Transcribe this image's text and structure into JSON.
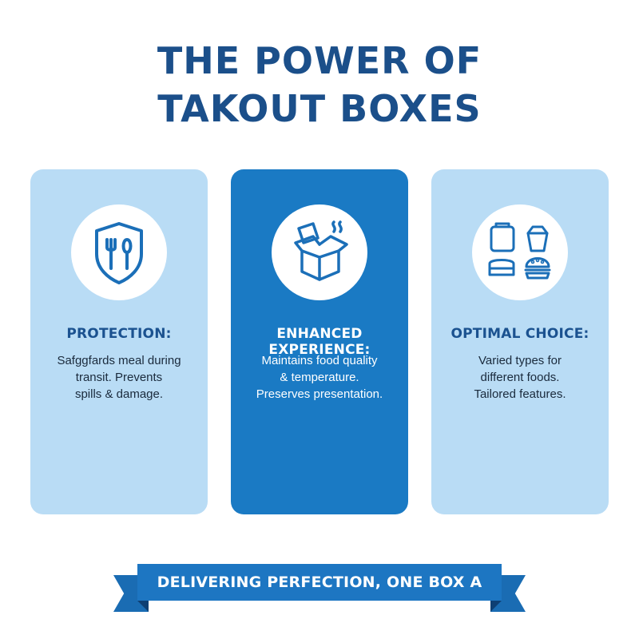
{
  "title": {
    "line1": "THE POWER OF",
    "line2": "TAKOUT BOXES"
  },
  "cards": [
    {
      "icon": "shield-utensils-icon",
      "heading": "PROTECTION:",
      "lines": [
        "Safggfards meal during",
        "transit. Prevents",
        "spills & damage."
      ]
    },
    {
      "icon": "open-box-steam-icon",
      "heading": "ENHANCED EXPERIENCE:",
      "lines": [
        "Maintains food quality",
        "& temperature.",
        "Preserves presentation."
      ]
    },
    {
      "icon": "container-types-icon",
      "heading": "OPTIMAL CHOICE:",
      "lines": [
        "Varied types for",
        "different foods.",
        "Tailored features."
      ]
    }
  ],
  "banner": {
    "text": "DELIVERING PERFECTION, ONE BOX A TIME"
  },
  "colors": {
    "title": "#1b4f8a",
    "card_light": "#b9dcf5",
    "card_dark": "#1a7ac4",
    "banner": "#1d76c2",
    "icon_stroke": "#1b6fb8"
  }
}
